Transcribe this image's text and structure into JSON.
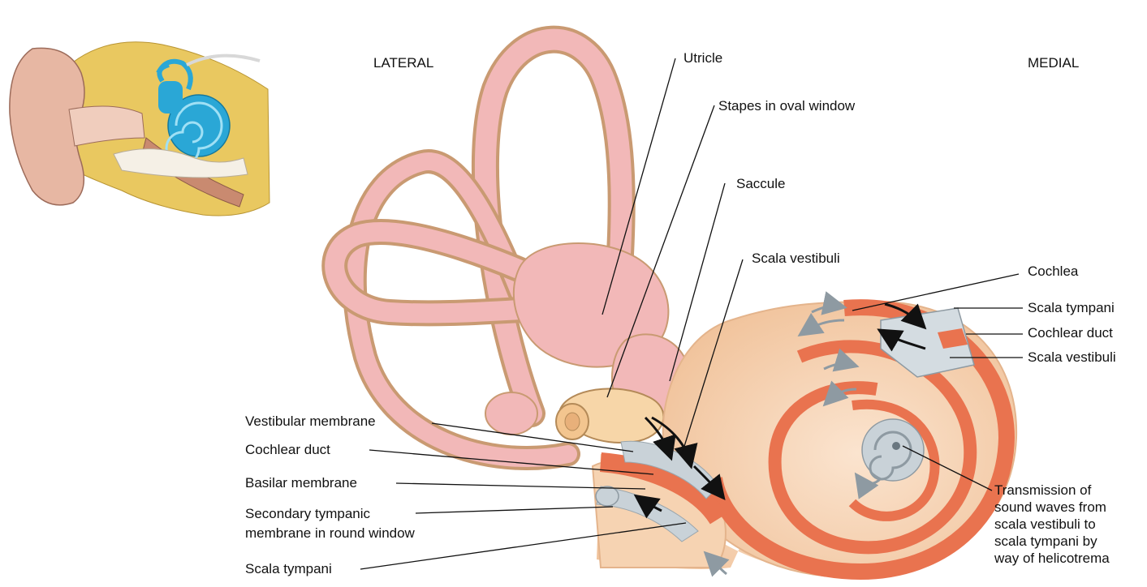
{
  "orientation": {
    "lateral": "LATERAL",
    "medial": "MEDIAL"
  },
  "labels": {
    "utricle": "Utricle",
    "stapes": "Stapes in oval window",
    "saccule": "Saccule",
    "scala_vestibuli_top": "Scala vestibuli",
    "cochlea": "Cochlea",
    "scala_tympani_right": "Scala tympani",
    "cochlear_duct_right": "Cochlear duct",
    "scala_vestibuli_right": "Scala vestibuli",
    "vestibular_membrane": "Vestibular membrane",
    "cochlear_duct_left": "Cochlear duct",
    "basilar_membrane": "Basilar membrane",
    "secondary_tympanic_1": "Secondary tympanic",
    "secondary_tympanic_2": "membrane in round window",
    "scala_tympani_left": "Scala tympani",
    "transmission_1": "Transmission of",
    "transmission_2": "sound waves from",
    "transmission_3": "scala vestibuli to",
    "transmission_4": "scala tympani by",
    "transmission_5": "way of helicotrema"
  },
  "colors": {
    "canal_fill": "#f2b8b8",
    "canal_outline": "#c99a72",
    "cochlea_fill": "#f6d3b2",
    "stripe": "#e9734f",
    "membrane_gray": "#c9d2d8",
    "inset_bone": "#e8c75a",
    "inset_cochlea": "#2aa7d6",
    "ear_skin": "#e7b7a3"
  }
}
